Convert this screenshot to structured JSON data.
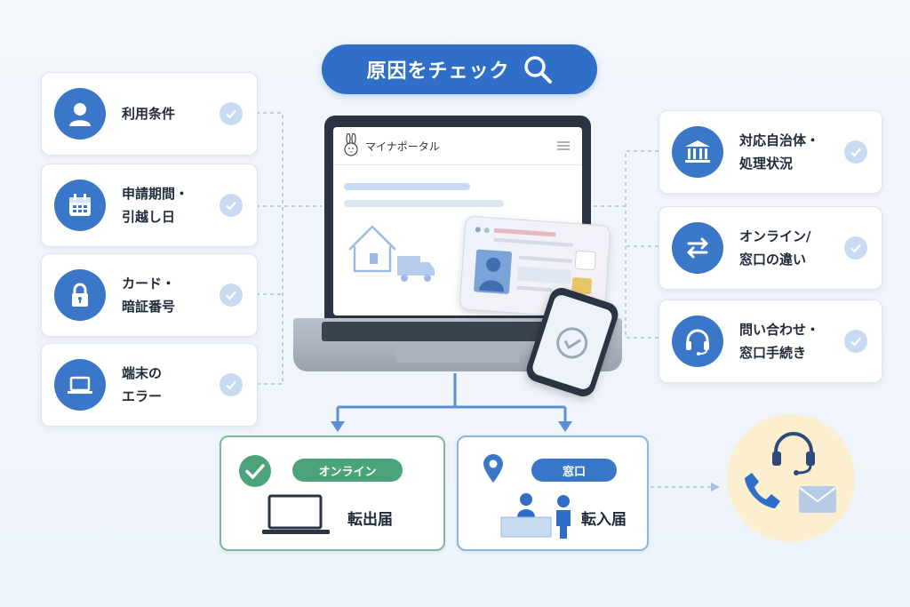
{
  "title": "原因をチェック",
  "colors": {
    "primary": "#2f6fc7",
    "green": "#4aa37a",
    "light_blue": "#c9dbf3"
  },
  "left_items": [
    {
      "label": "利用条件",
      "icon": "person-icon"
    },
    {
      "label": "申請期間・\n引越し日",
      "icon": "calendar-icon"
    },
    {
      "label": "カード・\n暗証番号",
      "icon": "lock-icon"
    },
    {
      "label": "端末の\nエラー",
      "icon": "laptop-icon"
    }
  ],
  "right_items": [
    {
      "label": "対応自治体・\n処理状況",
      "icon": "government-building-icon"
    },
    {
      "label": "オンライン/\n窓口の違い",
      "icon": "swap-arrows-icon"
    },
    {
      "label": "問い合わせ・\n窓口手続き",
      "icon": "headset-icon"
    }
  ],
  "portal": {
    "name": "マイナポータル"
  },
  "online": {
    "tag": "オンライン",
    "label": "転出届"
  },
  "counter": {
    "tag": "窓口",
    "label": "転入届"
  }
}
